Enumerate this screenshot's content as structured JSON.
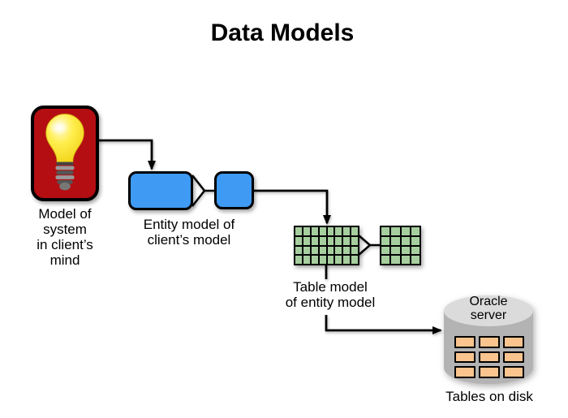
{
  "title": "Data Models",
  "palette": {
    "mind_box_red": "#b40e13",
    "entity_box_blue": "#3e9af3",
    "table_cell_green": "#a6ce9e",
    "disk_cell_orange": "#fac48f",
    "cylinder_body_gray": "#b3b3b3",
    "cylinder_top_gray": "#dbdbdb",
    "bulb_yellow": "#ffe93b",
    "line_black": "#000000"
  },
  "nodes": {
    "mind": {
      "icon": "light-bulb",
      "label": "Model of\nsystem\nin client’s\nmind"
    },
    "entity": {
      "label": "Entity model of\nclient’s model"
    },
    "tables": {
      "label": "Table model\nof entity model",
      "large_grid": "8x4",
      "small_grid": "4x4"
    },
    "disk": {
      "server_label": "Oracle\nserver",
      "label": "Tables on disk",
      "grid": "3x3"
    }
  }
}
